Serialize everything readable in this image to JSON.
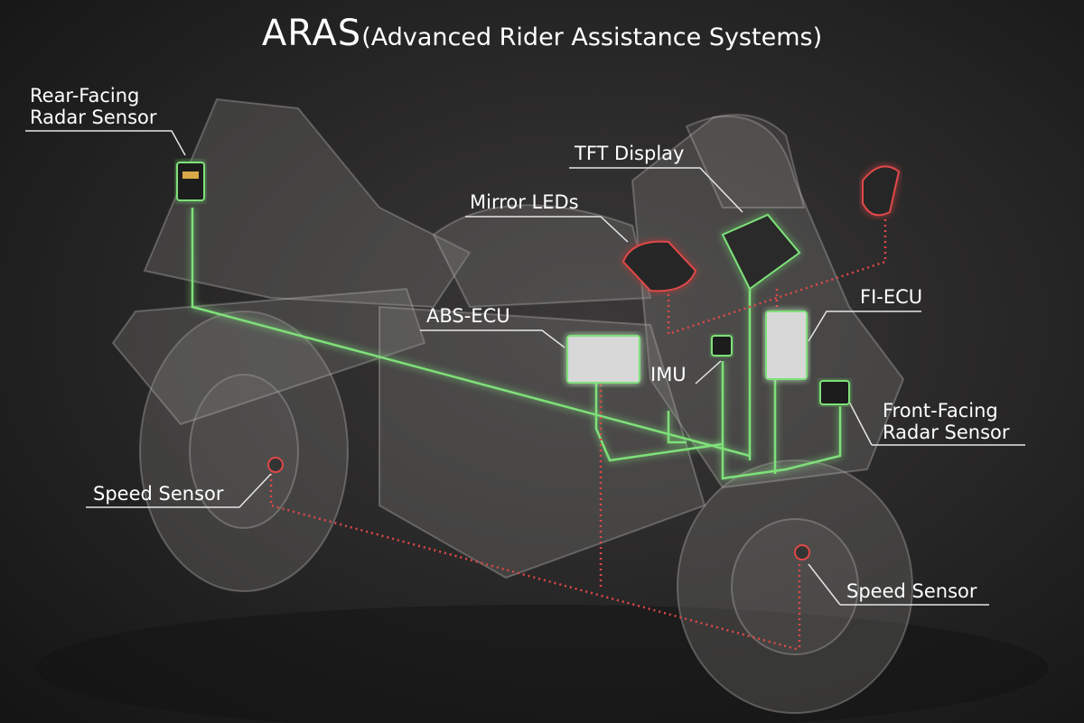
{
  "title": {
    "main": "ARAS",
    "subtitle": "(Advanced Rider Assistance Systems)"
  },
  "labels": {
    "rear_radar_line1": "Rear-Facing",
    "rear_radar_line2": "Radar Sensor",
    "tft": "TFT Display",
    "mirror_leds": "Mirror LEDs",
    "abs_ecu": "ABS-ECU",
    "fi_ecu": "FI-ECU",
    "imu": "IMU",
    "front_radar_line1": "Front-Facing",
    "front_radar_line2": "Radar Sensor",
    "speed_sensor_rear": "Speed Sensor",
    "speed_sensor_front": "Speed Sensor"
  },
  "colors": {
    "green_link": "#7fe07a",
    "red_link": "#e04848",
    "background": "#262525"
  }
}
